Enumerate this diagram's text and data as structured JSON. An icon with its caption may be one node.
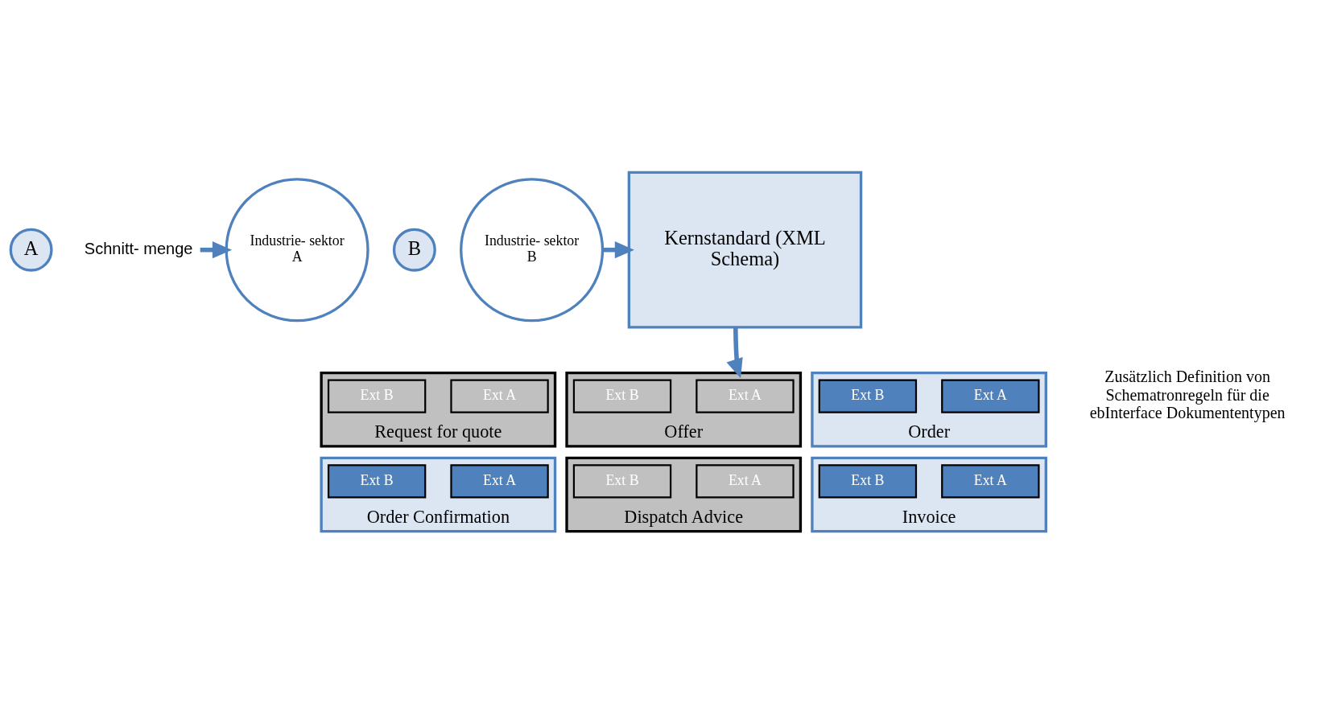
{
  "diagram": {
    "nodes": [
      {
        "text": [
          "A"
        ]
      },
      {
        "text": [
          "Schnitt- menge"
        ]
      },
      {
        "text": [
          "B"
        ]
      },
      {
        "text": [
          "Industrie- sektor A"
        ]
      },
      {
        "text": [
          "Industrie- sektor B"
        ]
      },
      {
        "text": [
          "Kernstandard (XML Schema)"
        ]
      },
      {
        "text": [
          "Request for quote"
        ]
      },
      {
        "text": [
          "Ext A"
        ],
        "in": 6
      },
      {
        "text": [
          "Ext B"
        ],
        "in": 6
      },
      {
        "text": [
          "Offer"
        ]
      },
      {
        "text": [
          "Ext A"
        ],
        "in": 9
      },
      {
        "text": [
          "Ext B"
        ],
        "in": 9
      },
      {
        "text": [
          "Order"
        ]
      },
      {
        "text": [
          "Ext A"
        ],
        "in": 12
      },
      {
        "text": [
          "Ext B"
        ],
        "in": 12
      },
      {
        "text": [
          "Order Confirmation"
        ]
      },
      {
        "text": [
          "Ext A"
        ],
        "in": 15
      },
      {
        "text": [
          "Ext B"
        ],
        "in": 15
      },
      {
        "text": [
          "Dispatch Advice"
        ]
      },
      {
        "text": [
          "Ext A"
        ],
        "in": 18
      },
      {
        "text": [
          "Ext B"
        ],
        "in": 18
      },
      {
        "text": [
          "Invoice"
        ]
      },
      {
        "text": [
          "Ext A"
        ],
        "in": 21
      },
      {
        "text": [
          "Ext B"
        ],
        "in": 21
      }
    ],
    "edges": [
      {
        "from": 1,
        "to": 3,
        "arrow": "to"
      },
      {
        "from": 4,
        "to": 5,
        "arrow": "to"
      },
      {
        "from": 5,
        "to": 9,
        "arrow": "to"
      }
    ],
    "labels": [
      "Zusätzlich Definition von Schematronregeln für die ebInterface Dokumententypen"
    ]
  }
}
